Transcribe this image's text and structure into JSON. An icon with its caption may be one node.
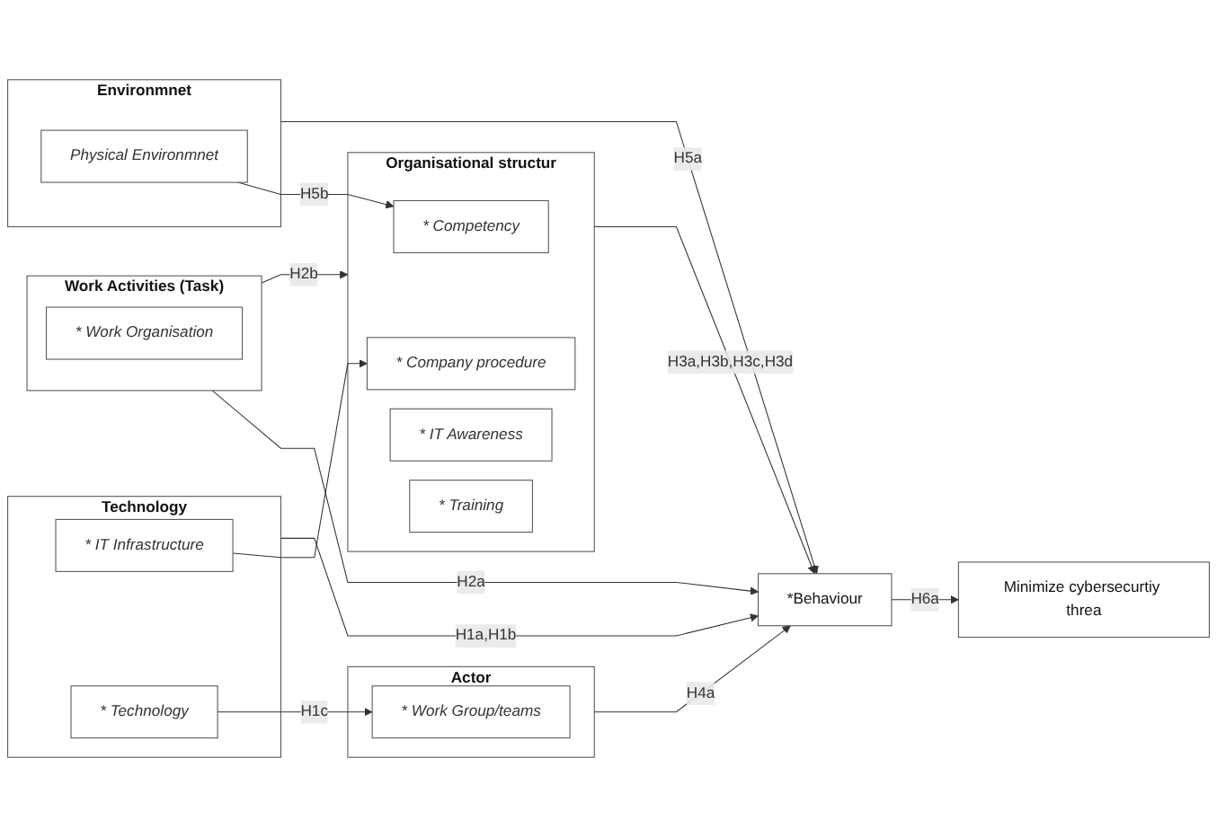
{
  "diagram": {
    "nodes": [
      {
        "text": [
          "Technology"
        ]
      },
      {
        "text": [
          "* IT Infrastructure"
        ],
        "in": 0
      },
      {
        "text": [
          "* Technology"
        ],
        "in": 0
      },
      {
        "text": [
          "Work Activities (Task)"
        ]
      },
      {
        "text": [
          "* Work Organisation"
        ],
        "in": 3
      },
      {
        "text": [
          "Organisational structur"
        ]
      },
      {
        "text": [
          "* Competency"
        ],
        "in": 5
      },
      {
        "text": [
          "* Company procedure"
        ],
        "in": 5
      },
      {
        "text": [
          "* IT Awareness"
        ],
        "in": 5
      },
      {
        "text": [
          "* Training"
        ],
        "in": 5
      },
      {
        "text": [
          "Actor"
        ]
      },
      {
        "text": [
          "* Work Group/teams"
        ],
        "in": 10
      },
      {
        "text": [
          "Environmnet"
        ]
      },
      {
        "text": [
          "Physical Environmnet"
        ],
        "in": 12
      },
      {
        "text": [
          "*Behaviour"
        ]
      },
      {
        "text": [
          "Minimize cybersecurtiy threa"
        ]
      }
    ],
    "edges": [
      {
        "from": 1,
        "to": 7,
        "arrow": "to"
      },
      {
        "from": 2,
        "to": 11,
        "label": "H1c",
        "arrow": "to"
      },
      {
        "from": 0,
        "to": 14,
        "label": "H1a,H1b",
        "arrow": "to"
      },
      {
        "from": 3,
        "to": 14,
        "label": "H2a",
        "arrow": "to"
      },
      {
        "from": 3,
        "to": 5,
        "label": "H2b",
        "arrow": "to"
      },
      {
        "from": 5,
        "to": 14,
        "label": "H3a,H3b,H3c,H3d",
        "arrow": "to"
      },
      {
        "from": 10,
        "to": 14,
        "label": "H4a",
        "arrow": "to"
      },
      {
        "from": 12,
        "to": 14,
        "label": "H5a",
        "arrow": "to"
      },
      {
        "from": 13,
        "to": 6,
        "label": "H5b",
        "arrow": "to"
      },
      {
        "from": 14,
        "to": 15,
        "label": "H6a",
        "arrow": "to"
      }
    ]
  }
}
